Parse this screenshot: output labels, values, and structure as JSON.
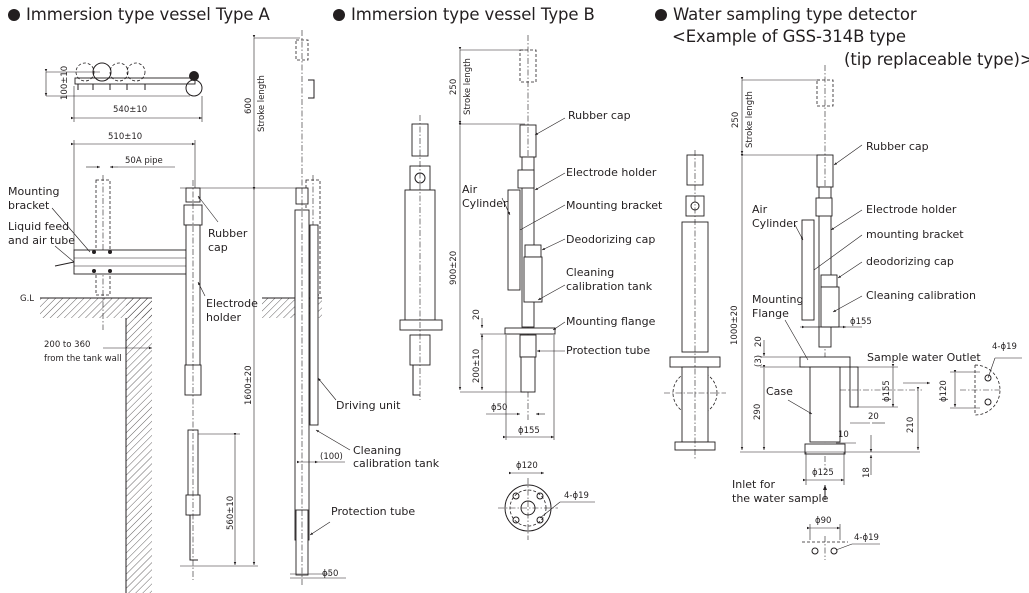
{
  "sections": {
    "type_a": {
      "title": "Immersion type vessel Type A",
      "labels": {
        "mounting_bracket": "Mounting\nbracket",
        "mounting_bracket_l1": "Mounting",
        "mounting_bracket_l2": "bracket",
        "liquid_feed_l1": "Liquid feed",
        "liquid_feed_l2": "and air tube",
        "rubber_cap_l1": "Rubber",
        "rubber_cap_l2": "cap",
        "electrode_holder_l1": "Electrode",
        "electrode_holder_l2": "holder",
        "driving_unit": "Driving unit",
        "cleaning_tank_l1": "Cleaning",
        "cleaning_tank_l2": "calibration tank",
        "protection_tube": "Protection tube",
        "gl": "G.L"
      },
      "dimensions": {
        "height_top": "100±10",
        "width_top": "540±10",
        "width_bracket": "510±10",
        "pipe": "50A pipe",
        "stroke": "600",
        "stroke_label": "Stroke length",
        "wall_dist": "200 to 360",
        "wall_dist_note": "from the tank wall",
        "total_length": "1600±20",
        "lower_length": "560±10",
        "tank_offset": "(100)",
        "diameter": "ϕ50"
      }
    },
    "type_b": {
      "title": "Immersion type vessel Type B",
      "labels": {
        "rubber_cap": "Rubber cap",
        "electrode_holder": "Electrode holder",
        "air_cylinder_l1": "Air",
        "air_cylinder_l2": "Cylinder",
        "mounting_bracket": "Mounting bracket",
        "deodorizing_cap": "Deodorizing cap",
        "cleaning_tank_l1": "Cleaning",
        "cleaning_tank_l2": "calibration tank",
        "mounting_flange": "Mounting flange",
        "protection_tube": "Protection tube"
      },
      "dimensions": {
        "stroke": "250",
        "stroke_label": "Stroke length",
        "total_length": "900±20",
        "flange_gap": "20",
        "lower_length": "200±10",
        "tube_diameter": "ϕ50",
        "flange_diameter": "ϕ155",
        "pcd": "ϕ120",
        "holes": "4-ϕ19"
      }
    },
    "water_sampling": {
      "title": "Water sampling type detector",
      "subtitle_l1": "<Example of GSS-314B type",
      "subtitle_l2": "(tip replaceable type)>",
      "labels": {
        "rubber_cap": "Rubber cap",
        "electrode_holder": "Electrode holder",
        "air_cylinder_l1": "Air",
        "air_cylinder_l2": "Cylinder",
        "mounting_bracket": "mounting bracket",
        "deodorizing_cap": "deodorizing cap",
        "cleaning_calibration": "Cleaning calibration",
        "mounting_flange_l1": "Mounting",
        "mounting_flange_l2": "Flange",
        "sample_outlet": "Sample water Outlet",
        "case": "Case",
        "inlet_l1": "Inlet for",
        "inlet_l2": "the water sample"
      },
      "dimensions": {
        "stroke": "250",
        "stroke_label": "Stroke length",
        "total_length": "1000±20",
        "flange_gap": "20",
        "flange_thk": "(3)",
        "case_length": "290",
        "flange_diameter": "ϕ155",
        "outlet_diameter": "ϕ155",
        "outlet_pcd": "ϕ120",
        "outlet_holes": "4-ϕ19",
        "outlet_offset": "20",
        "inner_offset": "10",
        "outlet_height": "210",
        "base_thk": "18",
        "base_diameter": "ϕ125",
        "inlet_pcd": "ϕ90",
        "inlet_holes": "4-ϕ19"
      }
    }
  }
}
